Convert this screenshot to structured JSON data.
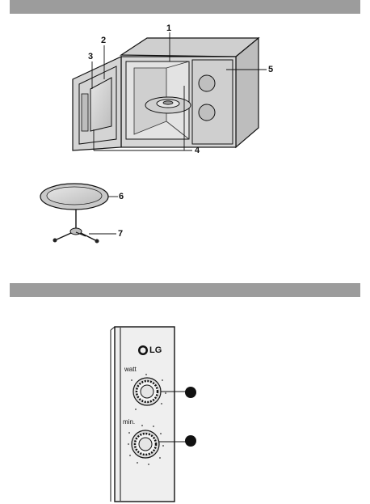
{
  "callouts": {
    "c1": "1",
    "c2": "2",
    "c3": "3",
    "c4": "4",
    "c5": "5",
    "c6": "6",
    "c7": "7"
  },
  "panel": {
    "brand": "LG",
    "power_label": "watt",
    "time_label": "min."
  },
  "colors": {
    "band": "#9c9c9c",
    "line": "#111111",
    "cavity": "#d9d9d9",
    "shade": "#bdbdbd"
  }
}
